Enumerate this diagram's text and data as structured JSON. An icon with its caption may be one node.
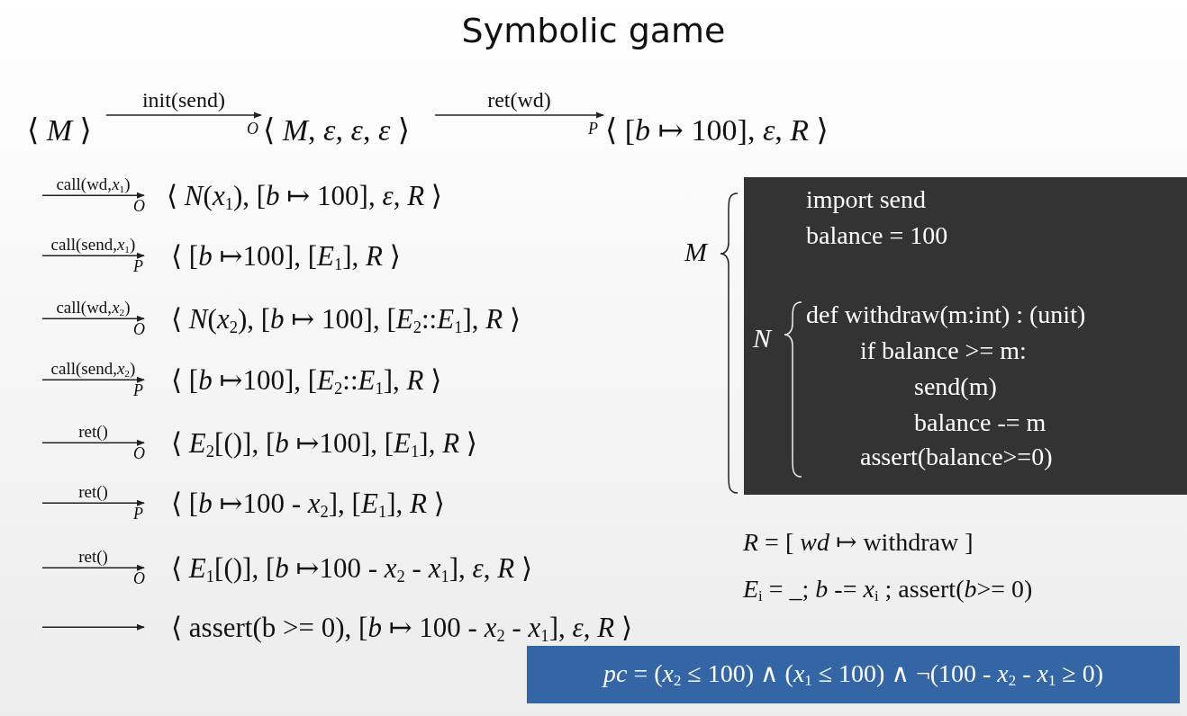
{
  "diagram": {
    "title": "Symbolic game",
    "nodes": [
      {
        "text": [
          "⟨ *M* ⟩"
        ]
      },
      {
        "text": [
          "⟨ *M*, *ε*, *ε*, *ε* ⟩"
        ]
      },
      {
        "text": [
          "⟨ [*b* ↦ 100], *ε*, *R* ⟩"
        ]
      },
      {
        "text": [
          "⟨ *N*(*x*$_{1}$), [*b* ↦ 100], *ε*, *R* ⟩"
        ]
      },
      {
        "text": [
          "⟨ [*b* ↦100], [*E*$_{1}$], *R* ⟩"
        ]
      },
      {
        "text": [
          "⟨ *N*(*x*$_{2}$), [*b* ↦ 100], [*E*$_{2}$::*E*$_{1}$], *R* ⟩"
        ]
      },
      {
        "text": [
          "⟨ [*b* ↦100], [*E*$_{2}$::*E*$_{1}$], *R* ⟩"
        ]
      },
      {
        "text": [
          "⟨ *E*$_{2}$[()], [*b* ↦100], [*E*$_{1}$], *R* ⟩"
        ]
      },
      {
        "text": [
          "⟨ [*b* ↦100 - *x*$_{2}$], [*E*$_{1}$], *R* ⟩"
        ]
      },
      {
        "text": [
          "⟨ *E*$_{1}$[()], [*b* ↦100 - *x*$_{2}$ - *x*$_{1}$], *ε*, *R* ⟩"
        ]
      },
      {
        "text": [
          "⟨ assert(b >= 0), [*b* ↦ 100 - *x*$_{2}$ - *x*$_{1}$], *ε*, *R* ⟩"
        ]
      },
      {
        "text": [
          "import send",
          "balance = 100",
          "def withdraw(m:int) : (unit)",
          "if balance >= m:",
          "send(m)",
          "balance -= m",
          "assert(balance>=0)"
        ]
      },
      {
        "text": [
          "*pc* = (*x*$_{2}$ ≤ 100) ∧ (*x*$_{1}$ ≤ 100) ∧ ¬(100 - *x*$_{2}$ - *x*$_{1}$ ≥ 0)"
        ]
      }
    ],
    "edges": [
      {
        "from": 0,
        "to": 1,
        "arrow": "to",
        "label": "init(send)"
      },
      {
        "from": 1,
        "to": 2,
        "arrow": "to",
        "label": "ret(wd)"
      },
      {
        "from": null,
        "to": 3,
        "arrow": "to",
        "label": "call(wd,*x*$_{1}$)"
      },
      {
        "from": null,
        "to": 4,
        "arrow": "to",
        "label": "call(send,*x*$_{1}$)"
      },
      {
        "from": null,
        "to": 5,
        "arrow": "to",
        "label": "call(wd,*x*$_{2}$)"
      },
      {
        "from": null,
        "to": 6,
        "arrow": "to",
        "label": "call(send,*x*$_{2}$)"
      },
      {
        "from": null,
        "to": 7,
        "arrow": "to",
        "label": "ret()"
      },
      {
        "from": null,
        "to": 8,
        "arrow": "to",
        "label": "ret()"
      },
      {
        "from": null,
        "to": 9,
        "arrow": "to",
        "label": "ret()"
      },
      {
        "from": null,
        "to": 10,
        "arrow": "to"
      }
    ],
    "labels": [
      "O",
      "P",
      "O",
      "P",
      "O",
      "P",
      "O",
      "P",
      "O",
      "M",
      "N",
      "*R* = [ *wd* ↦ withdraw ]",
      "*E*$_{i}$ = _; *b* -= *x*$_{i}$ ; assert(*b*>= 0)"
    ]
  }
}
